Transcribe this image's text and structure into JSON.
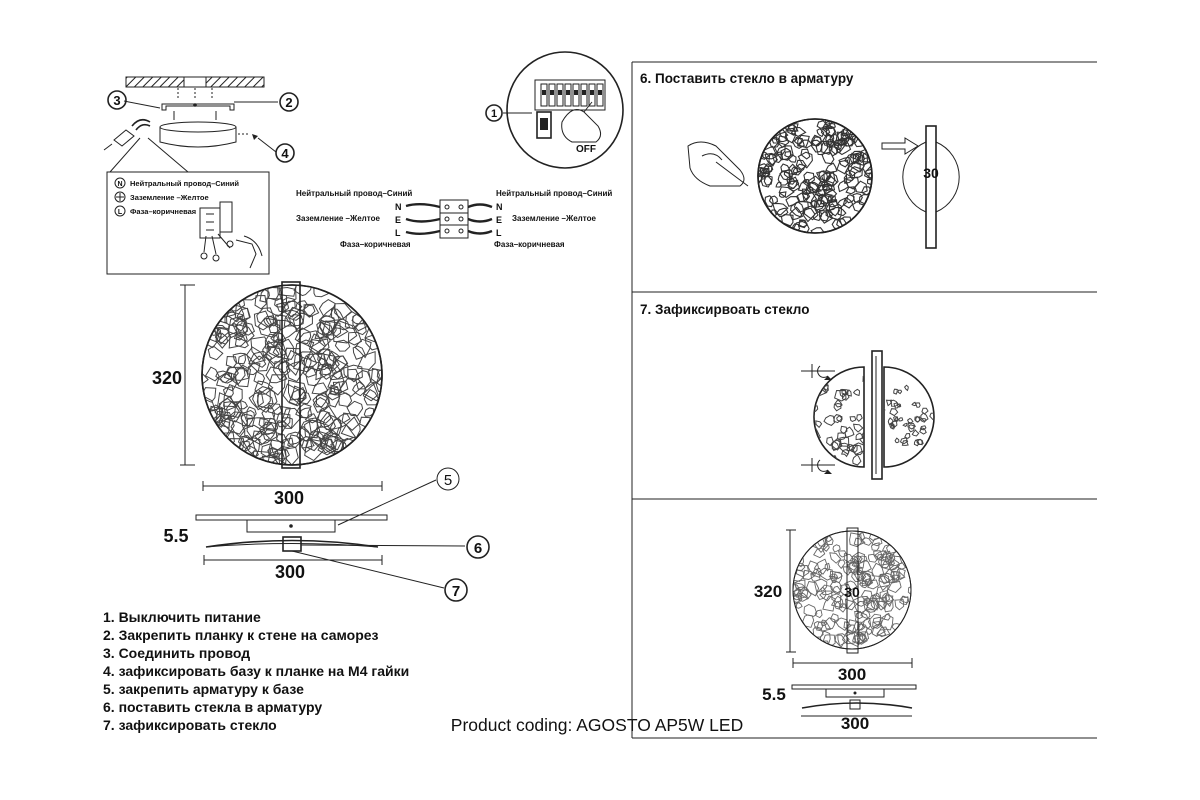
{
  "callouts": {
    "c1": "1",
    "c2": "2",
    "c3": "3",
    "c4": "4",
    "c5": "5",
    "c6": "6",
    "c7": "7"
  },
  "switch_label": "OFF",
  "legend_box": {
    "n_symbol": "N",
    "n_label": "Нейтральный провод–Синий",
    "e_label": "Заземление –Желтое",
    "l_symbol": "L",
    "l_label": "Фаза–коричневая"
  },
  "wiring": {
    "left_n": "Нейтральный провод–Синий",
    "left_e": "Заземление –Желтое",
    "left_l": "Фаза–коричневая",
    "right_n": "Нейтральный провод–Синий",
    "right_e": "Заземление –Желтое",
    "right_l": "Фаза–коричневая",
    "term_n": "N",
    "term_e": "E",
    "term_l": "L"
  },
  "dimensions": {
    "height": "320",
    "width_top": "300",
    "depth": "5.5",
    "width_bottom": "300"
  },
  "steps": [
    "1. Выключить питание",
    "2. Закрепить планку к стене на саморез",
    "3. Соединить провод",
    "4. зафиксировать базу к планке на М4 гайки",
    "5. закрепить арматуру к базе",
    "6. поставить стекла в арматуру",
    "7. зафиксировать стекло"
  ],
  "product_code": "Product coding: AGOSTO AP5W LED",
  "panels": {
    "step6_title": "6. Поставить стекло в арматуру",
    "step6_dim": "30",
    "step7_title": "7. Зафиксирвоать стекло",
    "final_height": "320",
    "final_depth_mark": "30",
    "final_width_top": "300",
    "final_thickness": "5.5",
    "final_width_bottom": "300"
  }
}
